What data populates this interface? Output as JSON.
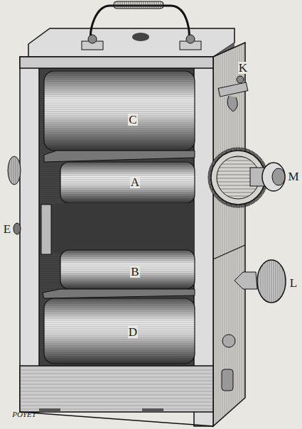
{
  "diagram": {
    "labels": [
      "C",
      "A",
      "B",
      "D",
      "K",
      "M",
      "E",
      "L",
      "POYET"
    ]
  }
}
